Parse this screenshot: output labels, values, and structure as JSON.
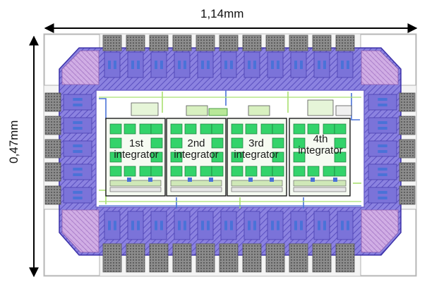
{
  "dimensions": {
    "width": "1,14mm",
    "height": "0,47mm"
  },
  "integrators": [
    {
      "label": "1st\nintegrator"
    },
    {
      "label": "2nd\nintegrator"
    },
    {
      "label": "3rd\nintegrator"
    },
    {
      "label": "4th\nintegrator"
    }
  ],
  "colors": {
    "pad_ring": "#7b73d9",
    "pad_ring_dark": "#4a3fb0",
    "pad": "#8a8a8a",
    "pad_dark": "#555555",
    "core_bg": "#ffffff",
    "block_fill": "#33d36a",
    "block_border": "#1b1b1b",
    "metal_blue": "#4a72d8",
    "metal_green": "#a8e070",
    "corner_pink": "#c88fc8"
  }
}
